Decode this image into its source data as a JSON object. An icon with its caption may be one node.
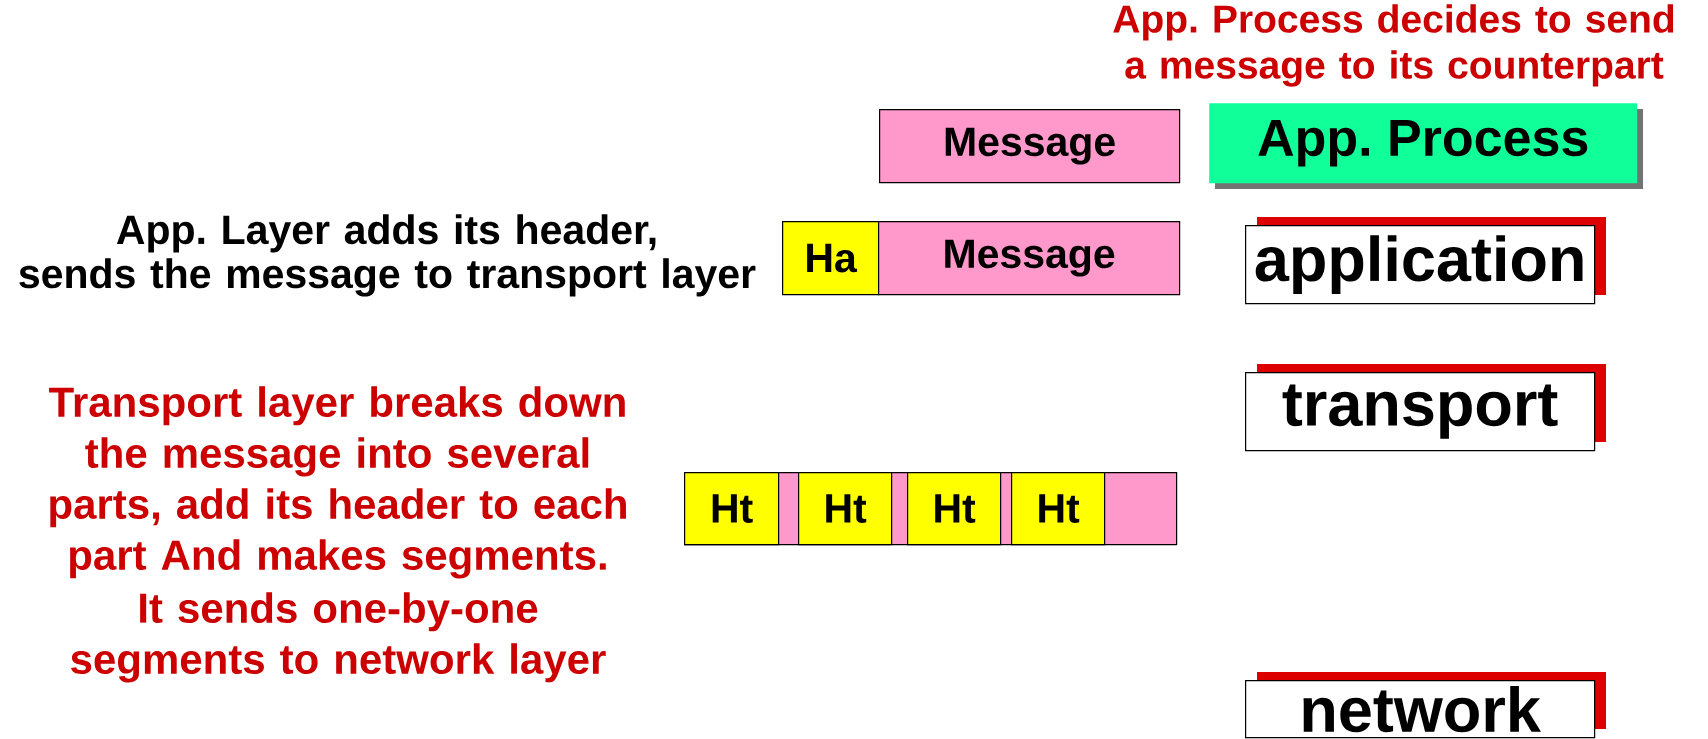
{
  "diagram": {
    "nodes": [
      {
        "text": [
          "Message"
        ]
      },
      {
        "text": [
          "App. Process"
        ]
      },
      {
        "text": [
          "Ha"
        ]
      },
      {
        "text": [
          "Message"
        ]
      },
      {
        "text": [
          "application"
        ]
      },
      {
        "text": [
          "transport"
        ]
      },
      {
        "text": [],
        "shape": "bar"
      },
      {
        "text": [
          "Ht"
        ],
        "in": 6
      },
      {
        "text": [
          "Ht"
        ],
        "in": 6
      },
      {
        "text": [
          "Ht"
        ],
        "in": 6
      },
      {
        "text": [
          "Ht"
        ],
        "in": 6
      },
      {
        "text": [
          "network"
        ]
      }
    ],
    "labels": [
      "App. Process decides to send a message to its counterpart",
      "App. Layer adds its header,",
      "sends the message to transport layer",
      "Transport layer breaks down the message into several parts, add its header to each part And makes segments.",
      "It sends one-by-one segments to network layer"
    ]
  }
}
